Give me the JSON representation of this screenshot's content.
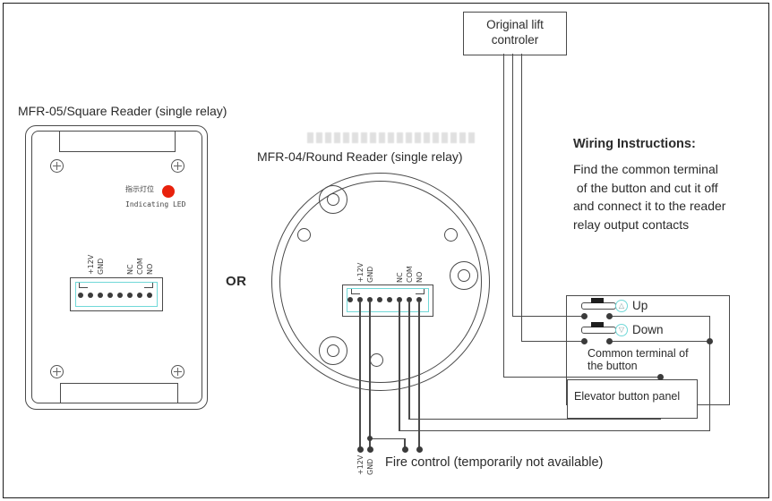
{
  "controller": {
    "line1": "Original lift",
    "line2": "controler"
  },
  "square_reader": {
    "title": "MFR-05/Square Reader (single relay)",
    "led_label_cn": "指示灯位",
    "led_label_en": "Indicating LED",
    "pins": [
      "+12V",
      "GND",
      "NC",
      "COM",
      "NO"
    ]
  },
  "or_text": "OR",
  "round_reader": {
    "title": "MFR-04/Round Reader (single relay)",
    "pins": [
      "+12V",
      "GND",
      "NC",
      "COM",
      "NO"
    ]
  },
  "instructions": {
    "heading": "Wiring Instructions:",
    "lines": [
      "Find the common terminal",
      " of the button and cut it off",
      "and connect it to the reader",
      "relay output contacts"
    ]
  },
  "panel": {
    "up": "Up",
    "down": "Down",
    "common1": "Common terminal of",
    "common2": "the button",
    "label": "Elevator button panel"
  },
  "fire": {
    "v12": "+12V",
    "gnd": "GND",
    "caption": "Fire control (temporarily not available)"
  },
  "colors": {
    "line": "#4a4a4a",
    "teal": "#70d8d8",
    "led_red": "#e8210c",
    "text": "#2b2b2b"
  }
}
